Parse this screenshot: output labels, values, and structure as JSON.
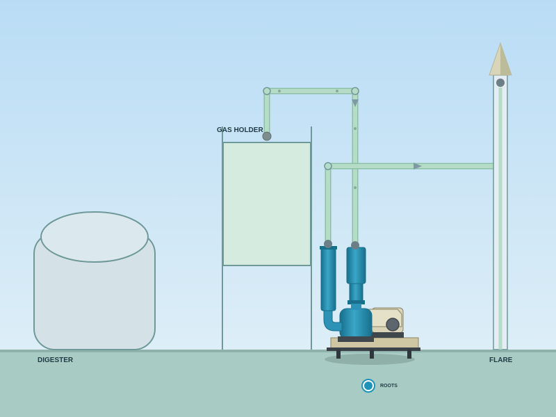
{
  "labels": {
    "gas_holder": "GAS HOLDER",
    "digester": "DIGESTER",
    "flare": "FLARE",
    "roots": "ROOTS"
  },
  "colors": {
    "sky_top": "#b9dcf5",
    "sky_bottom": "#ddeef7",
    "ground": "#a8cbc4",
    "ground_line": "#8fb3ab",
    "pipe": "#b5dcc6",
    "pipe_edge": "#8dbfa5",
    "structure": "#6f9898",
    "tank_fill": "#d4e2e8",
    "holder_fill": "#d6ebe0",
    "machine_blue": "#2c93b6",
    "machine_dark": "#176f8c",
    "motor_cream": "#d9d4b8",
    "label_text": "#1f3a44",
    "roots_accent": "#1e93b8"
  },
  "icons": {
    "flow_arrow": "triangle-arrow-icon",
    "flare_tip": "flare-tip-icon",
    "roots_marker": "roots-marker-icon"
  }
}
